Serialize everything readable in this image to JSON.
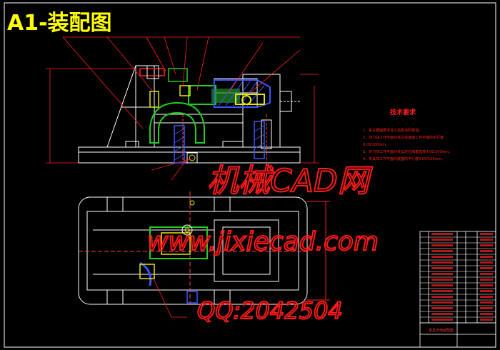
{
  "title": "A1-装配图",
  "tech_requirements": {
    "heading": "技术要求",
    "lines": [
      "1、各主要面要求加工后需涂防锈油。",
      "2、对刀块工作平面对夹具体底面工作平面的平行度",
      "0.05/100mm。",
      "3、对刀块工作平面对夹具定位面垂直度0.05/100mm。",
      "4、夹具体工作平面对底面的平行度0.05/100mm。"
    ]
  },
  "watermarks": {
    "site_name": "机械CAD网",
    "site_url": "www.jixiecad.com",
    "qq": "QQ:2042504"
  },
  "title_block": {
    "caption": "夹具专用装配图"
  },
  "colors": {
    "frame": "#ffffff",
    "title": "#ffff00",
    "annotation": "#ff2020",
    "part_green": "#22aa22",
    "part_blue": "#3a55ff",
    "part_yellow": "#e6e600",
    "leader": "#ff2020"
  }
}
